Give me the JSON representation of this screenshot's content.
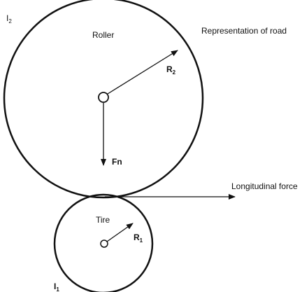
{
  "labels": {
    "roller": "Roller",
    "road": "Representation of road",
    "tire": "Tire",
    "normal_force": "Fn",
    "longitudinal_force": "Longitudinal force",
    "roller_radius": {
      "main": "R",
      "sub": "2"
    },
    "tire_radius": {
      "main": "R",
      "sub": "1"
    },
    "roller_inertia": {
      "main": "I",
      "sub": "2"
    },
    "tire_inertia": {
      "main": "I",
      "sub": "1"
    }
  },
  "colors": {
    "stroke": "#111111",
    "background": "#ffffff"
  }
}
